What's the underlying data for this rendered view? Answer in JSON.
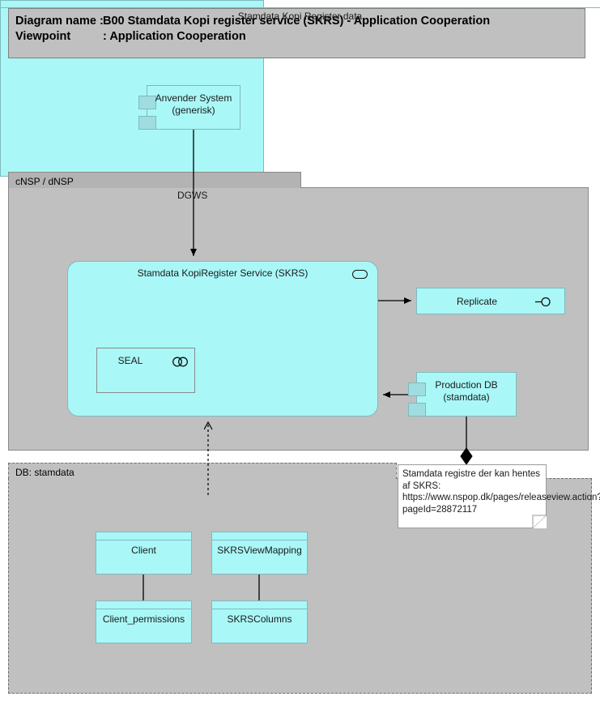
{
  "title": {
    "name_label": "Diagram name :",
    "name_value": "B00 Stamdata Kopi register service (SKRS) - Application Cooperation",
    "viewpoint_label": "Viewpoint",
    "viewpoint_value": ": Application Cooperation"
  },
  "groups": {
    "cnsp": {
      "label": "cNSP / dNSP"
    },
    "db": {
      "label": "DB: stamdata"
    }
  },
  "nodes": {
    "anvender_system": {
      "label": "Anvender System\n(generisk)"
    },
    "skrs_service": {
      "label": "Stamdata KopiRegister Service (SKRS)",
      "icon": "application-service-icon"
    },
    "seal": {
      "label": "SEAL",
      "icon": "collaboration-icon"
    },
    "replicate": {
      "label": "Replicate",
      "icon": "interface-lollipop-icon"
    },
    "production_db": {
      "label": "Production DB\n(stamdata)"
    },
    "kopi_register_data": {
      "label": "Stamdata Kopi Register data"
    }
  },
  "entities": [
    {
      "label": "Client"
    },
    {
      "label": "SKRSViewMapping"
    },
    {
      "label": "Client_permissions"
    },
    {
      "label": "SKRSColumns"
    }
  ],
  "edges": {
    "dgws_label": "DGWS"
  },
  "note": {
    "text": "Stamdata registre der kan hentes af SKRS: https://www.nspop.dk/pages/releaseview.action?pageId=28872117"
  },
  "colors": {
    "shape_fill": "#aaf7f7",
    "shape_stroke": "#7fb9bd",
    "group_fill": "#c0c0c0",
    "group_tab_fill": "#b3b3b3",
    "group_stroke": "#8a8a8a",
    "note_fill": "#ffffff",
    "line": "#000000",
    "canvas": "#ffffff"
  }
}
